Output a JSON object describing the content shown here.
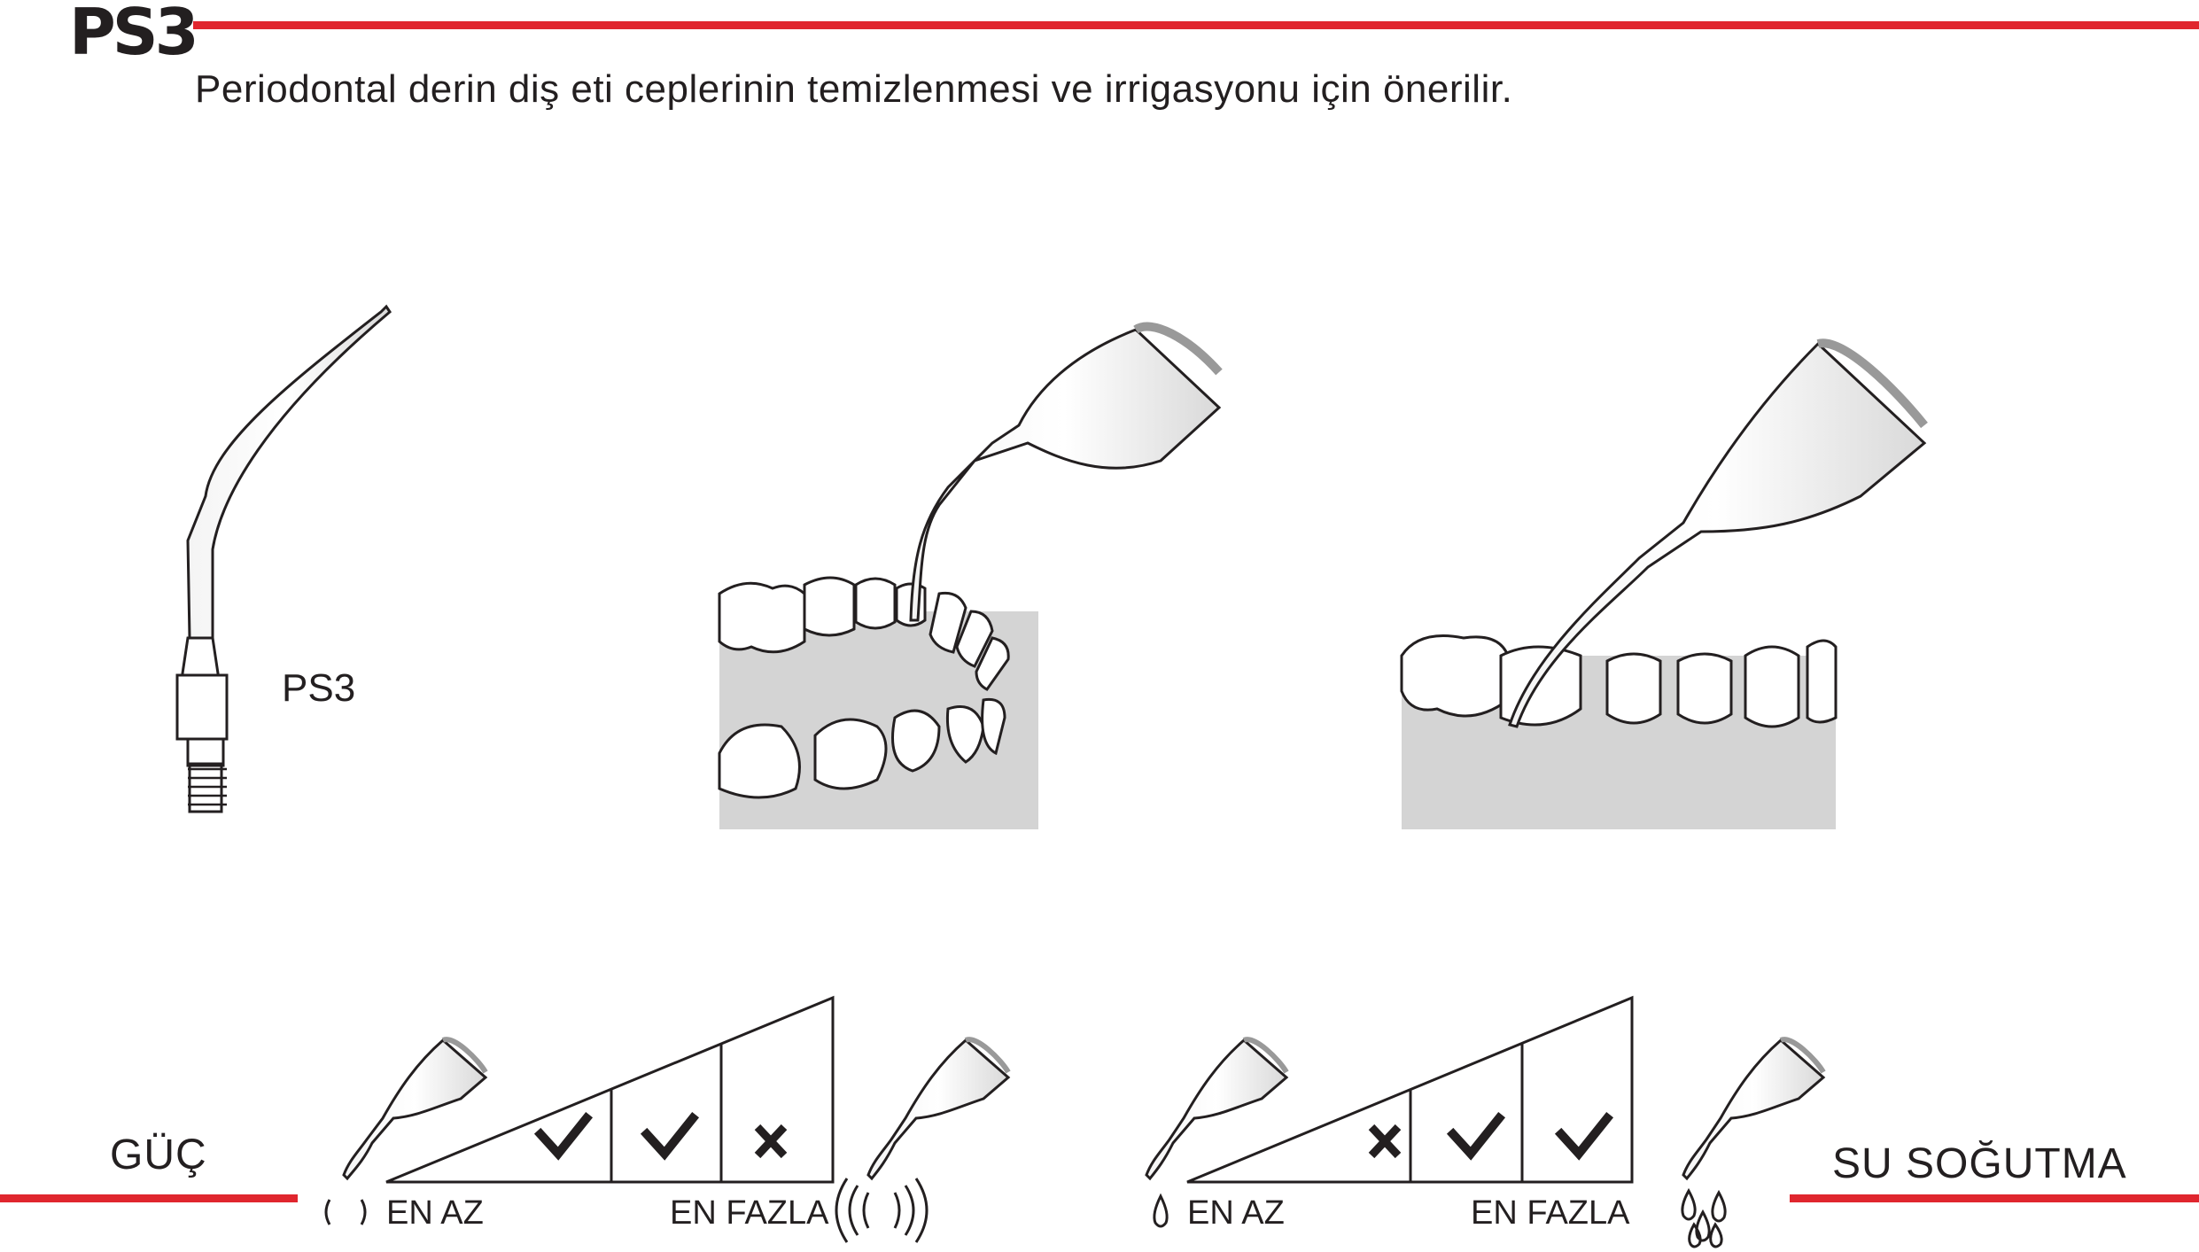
{
  "header": {
    "title": "PS3",
    "description": "Periodontal derin diş eti ceplerinin temizlenmesi ve irrigasyonu için önerilir.",
    "accent_color": "#e0262e"
  },
  "tip": {
    "label": "PS3"
  },
  "power": {
    "label": "GÜÇ",
    "min_label": "EN AZ",
    "max_label": "EN FAZLA",
    "levels": [
      "check",
      "check",
      "cross"
    ]
  },
  "water": {
    "label": "SU SOĞUTMA",
    "min_label": "EN AZ",
    "max_label": "EN FAZLA",
    "levels": [
      "cross",
      "check",
      "check"
    ]
  }
}
